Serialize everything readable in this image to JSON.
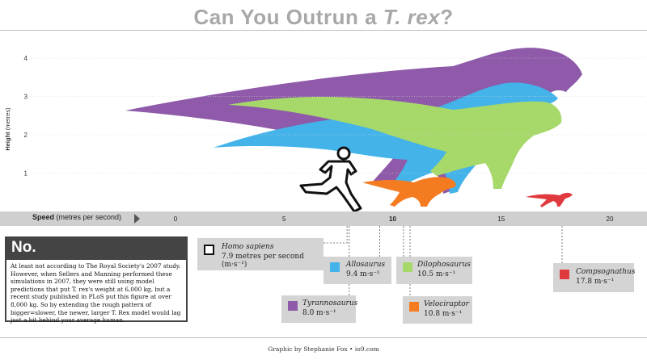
{
  "title_prefix": "Can You Outrun a ",
  "title_italic": "T. rex",
  "title_suffix": "?",
  "credit": "Graphic by Stephanie Fox • io9.com",
  "note": {
    "heading": "No.",
    "body": "At least not according to The Royal Society's 2007 study. However, when Sellers and Manning performed these simulations in 2007, they were still using model predictions that put T. rex's weight at 6,000 kg, but a recent study published in PLoS put this figure at over 8,000 kg. So by extending the rough pattern of bigger=slower, the newer, larger T. Rex model would lag just a bit behind your average human."
  },
  "speed_axis": {
    "label_bold": "Speed",
    "label_rest": " (metres per second)"
  },
  "cards": {
    "homo": {
      "name": "Homo sapiens",
      "value": "7.9 metres per second (m·s⁻¹)",
      "color": "#ffffff"
    },
    "allosaurus": {
      "name": "Allosaurus",
      "value": "9.4 m·s⁻¹",
      "color": "#43b3ea"
    },
    "dilophosaurus": {
      "name": "Dilophosaurus",
      "value": "10.5 m·s⁻¹",
      "color": "#a6d96a"
    },
    "velociraptor": {
      "name": "Velociraptor",
      "value": "10.8 m·s⁻¹",
      "color": "#f47b20"
    },
    "tyrannosaurus": {
      "name": "Tyrannosaurus",
      "value": "8.0 m·s⁻¹",
      "color": "#8e5aa9"
    },
    "compsognathus": {
      "name": "Compsognathus",
      "value": "17.8 m·s⁻¹",
      "color": "#e03a3e"
    }
  },
  "chart_data": {
    "type": "scatter",
    "title": "Can You Outrun a T. rex?",
    "xlabel": "Speed (metres per second)",
    "ylabel": "Height (metres)",
    "xlim": [
      0,
      21
    ],
    "ylim": [
      0,
      4.5
    ],
    "x_ticks": [
      0,
      5,
      10,
      15,
      20
    ],
    "y_ticks": [
      1,
      2,
      3,
      4
    ],
    "series": [
      {
        "name": "Homo sapiens",
        "speed": 7.9,
        "color": "#ffffff"
      },
      {
        "name": "Tyrannosaurus",
        "speed": 8.0,
        "color": "#8e5aa9"
      },
      {
        "name": "Allosaurus",
        "speed": 9.4,
        "color": "#43b3ea"
      },
      {
        "name": "Dilophosaurus",
        "speed": 10.5,
        "color": "#a6d96a"
      },
      {
        "name": "Velociraptor",
        "speed": 10.8,
        "color": "#f47b20"
      },
      {
        "name": "Compsognathus",
        "speed": 17.8,
        "color": "#e03a3e"
      }
    ]
  }
}
